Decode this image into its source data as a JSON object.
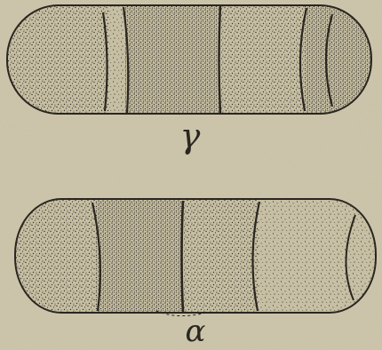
{
  "figure": {
    "upper_label": "γ",
    "lower_label": "α"
  },
  "colors": {
    "paper": "#cfc8ad",
    "ink": "#2a2620",
    "cell_fill": "#c6bfa3",
    "stipple": "#3a342c"
  },
  "figure_content": {
    "upper_cell_band_count": 5,
    "lower_cell_band_count": 4
  }
}
